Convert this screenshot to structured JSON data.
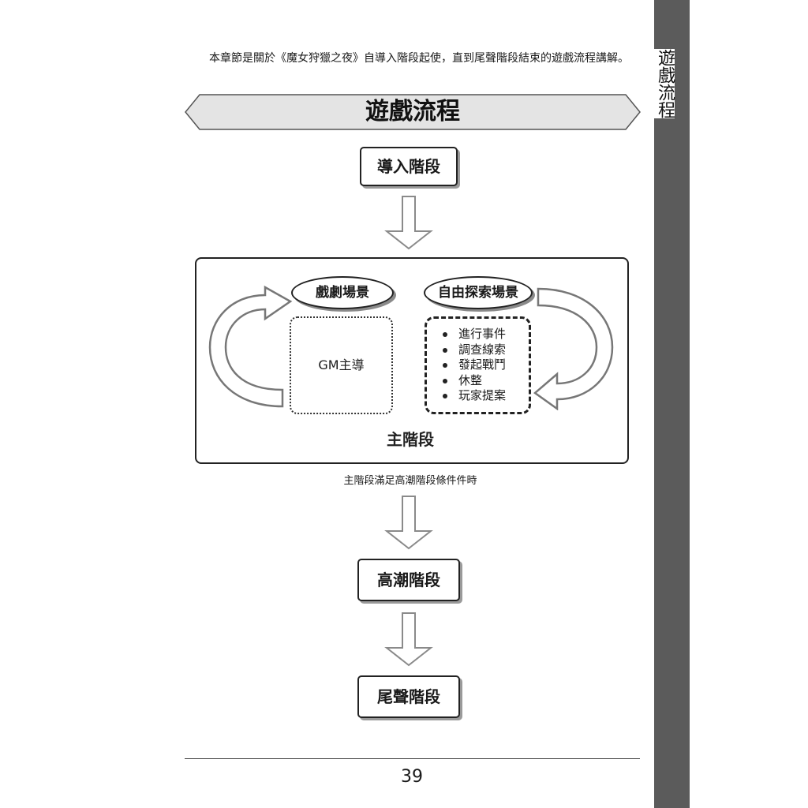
{
  "side_tab": {
    "title": "遊戲流程",
    "color": "#5b5b5b"
  },
  "intro_text": "本章節是關於《魔女狩獵之夜》自導入階段起使，直到尾聲階段結束的遊戲流程講解。",
  "banner": {
    "title": "遊戲流程",
    "fill": "#e4e4e4"
  },
  "phases": {
    "intro": "導入階段",
    "climax": "高潮階段",
    "epilogue": "尾聲階段"
  },
  "main_phase": {
    "label": "主階段",
    "drama_scene": {
      "title": "戲劇場景",
      "content": "GM主導"
    },
    "free_scene": {
      "title": "自由探索場景",
      "items": [
        "進行事件",
        "調查線索",
        "發起戰鬥",
        "休整",
        "玩家提案"
      ]
    }
  },
  "transition_condition": "主階段滿足高潮階段條件件時",
  "page_number": "39"
}
